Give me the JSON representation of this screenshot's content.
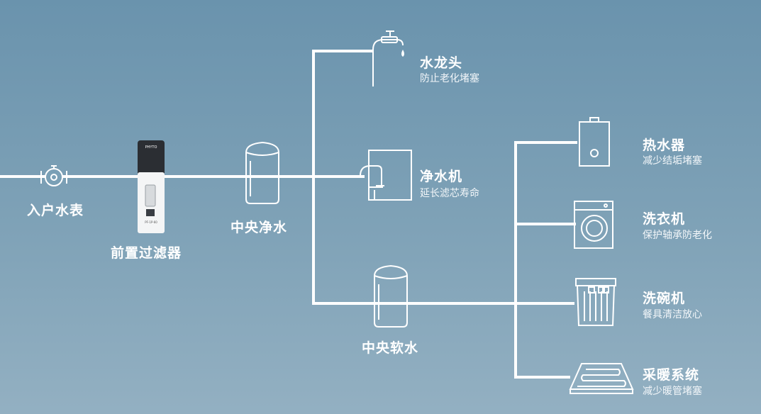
{
  "meter": {
    "label": "入户水表"
  },
  "prefilter": {
    "label": "前置过滤器",
    "brand": "PHYTO",
    "code": "PF-1P-60"
  },
  "central_purifier": {
    "label": "中央净水"
  },
  "central_softener": {
    "label": "中央软水"
  },
  "outlets": [
    {
      "title": "水龙头",
      "desc": "防止老化堵塞",
      "icon": "faucet-icon"
    },
    {
      "title": "净水机",
      "desc": "延长滤芯寿命",
      "icon": "water-purifier-icon"
    },
    {
      "title": "热水器",
      "desc": "减少结垢堵塞",
      "icon": "water-heater-icon"
    },
    {
      "title": "洗衣机",
      "desc": "保护轴承防老化",
      "icon": "washing-machine-icon"
    },
    {
      "title": "洗碗机",
      "desc": "餐具清洁放心",
      "icon": "dishwasher-icon"
    },
    {
      "title": "采暖系统",
      "desc": "减少暖管堵塞",
      "icon": "floor-heating-icon"
    }
  ],
  "colors": {
    "pipe": "#ffffff",
    "bg_top": "#6a93ad",
    "bg_bottom": "#93b0c2",
    "filter_top": "#2b2e33"
  }
}
